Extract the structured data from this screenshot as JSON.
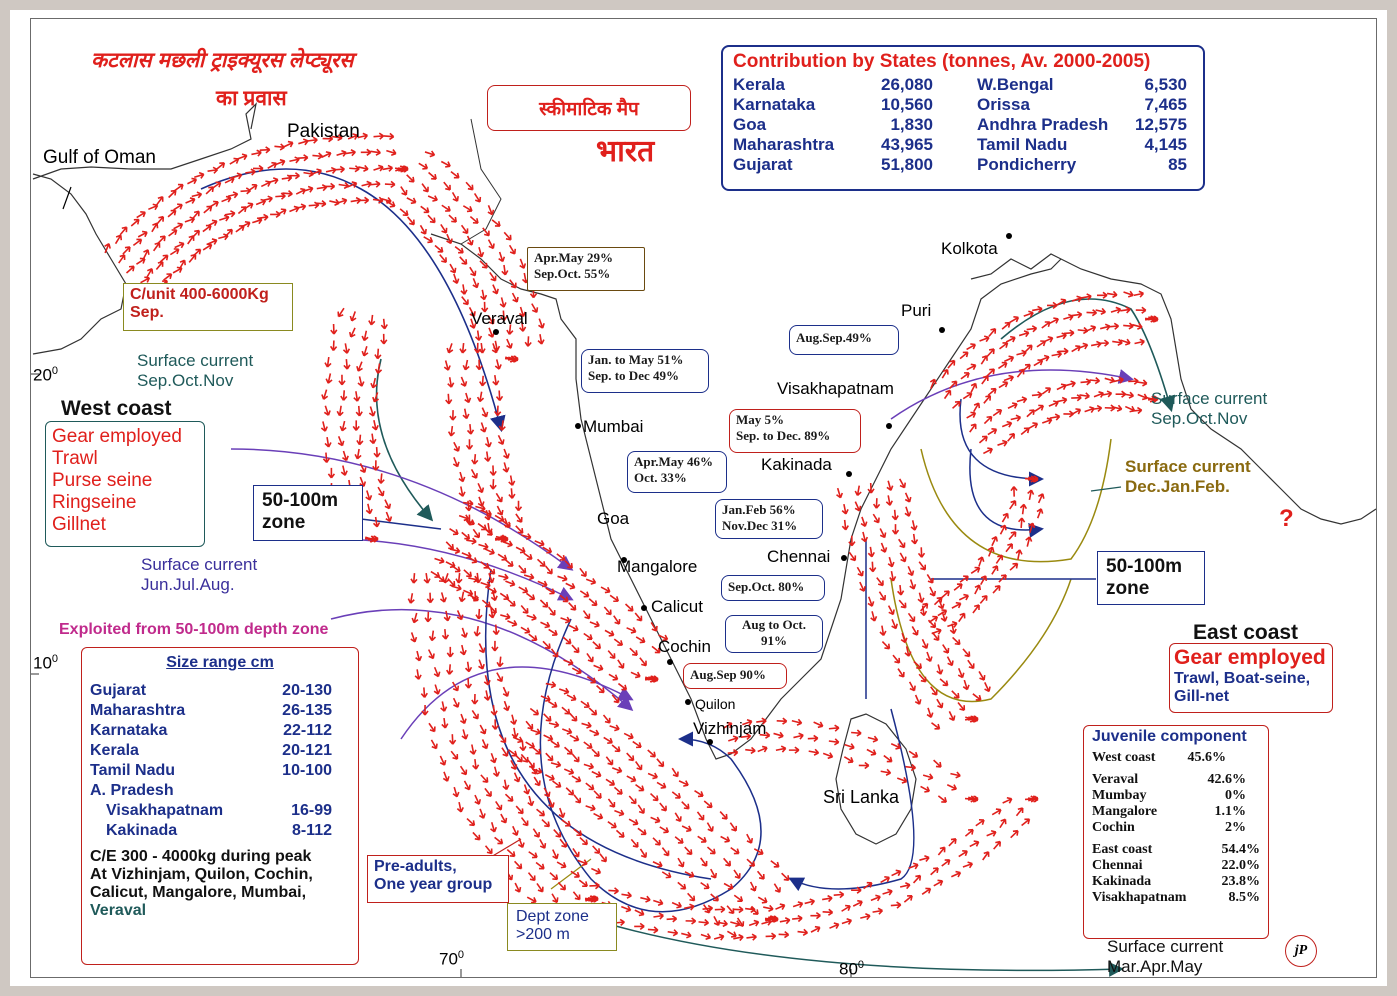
{
  "title_hi": {
    "line1": "कटलास मछली ट्राइक्यूरस लेप्ट्यूरस",
    "line2": "का प्रवास"
  },
  "schematic_label": "स्कीमाटिक मैप",
  "country_hi": "भारत",
  "places": {
    "gulf_of_oman": "Gulf of Oman",
    "pakistan": "Pakistan",
    "veraval": "Veraval",
    "mumbai": "Mumbai",
    "goa": "Goa",
    "mangalore": "Mangalore",
    "calicut": "Calicut",
    "cochin": "Cochin",
    "quilon": "Quilon",
    "vizhinjam": "Vizhinjam",
    "kolkota": "Kolkota",
    "puri": "Puri",
    "visakhapatnam": "Visakhapatnam",
    "kakinada": "Kakinada",
    "chennai": "Chennai",
    "sri_lanka": "Sri Lanka"
  },
  "lat_lon": {
    "lat20": "20",
    "lat10": "10",
    "lon70": "70",
    "lon80": "80",
    "sup": "0"
  },
  "contribution": {
    "title": "Contribution by States (tonnes, Av. 2000-2005)",
    "left": [
      {
        "state": "Kerala",
        "value": "26,080"
      },
      {
        "state": "Karnataka",
        "value": "10,560"
      },
      {
        "state": "Goa",
        "value": "1,830"
      },
      {
        "state": "Maharashtra",
        "value": "43,965"
      },
      {
        "state": "Gujarat",
        "value": "51,800"
      }
    ],
    "right": [
      {
        "state": "W.Bengal",
        "value": "6,530"
      },
      {
        "state": "Orissa",
        "value": "7,465"
      },
      {
        "state": "Andhra Pradesh",
        "value": "12,575"
      },
      {
        "state": "Tamil Nadu",
        "value": "4,145"
      },
      {
        "state": "Pondicherry",
        "value": "85"
      }
    ]
  },
  "cunit": {
    "line1": "C/unit 400-6000Kg",
    "line2": "Sep."
  },
  "callouts": {
    "c1": {
      "l1": "Apr.May  29%",
      "l2": "Sep.Oct. 55%"
    },
    "c2": {
      "l1": "Jan. to May 51%",
      "l2": "Sep. to Dec 49%"
    },
    "c3": {
      "l1": "Apr.May 46%",
      "l2": "Oct. 33%"
    },
    "c4": {
      "l1": "May 5%",
      "l2": "Sep. to Dec. 89%"
    },
    "c5": {
      "l1": "Aug.Sep.49%"
    },
    "c6": {
      "l1": "Jan.Feb 56%",
      "l2": "Nov.Dec 31%"
    },
    "c7": {
      "l1": "Sep.Oct. 80%"
    },
    "c8": {
      "l1": "Aug to Oct.",
      "l2": "91%"
    },
    "c9": {
      "l1": "Aug.Sep 90%"
    }
  },
  "currents": {
    "sep_oct_nov_w": {
      "l1": "Surface current",
      "l2": "Sep.Oct.Nov"
    },
    "jun_jul_aug": {
      "l1": "Surface current",
      "l2": "Jun.Jul.Aug."
    },
    "sep_oct_nov_e": {
      "l1": "Surface current",
      "l2": "Sep.Oct.Nov"
    },
    "dec_jan_feb": {
      "l1": "Surface current",
      "l2": "Dec.Jan.Feb."
    },
    "mar_apr_may": {
      "l1": "Surface current",
      "l2": "Mar.Apr.May"
    }
  },
  "west_coast": {
    "title": "West coast",
    "gear_title": "Gear employed",
    "gears": [
      "Trawl",
      "Purse seine",
      "Ringseine",
      "Gillnet"
    ]
  },
  "zone_label": {
    "l1": "50-100m",
    "l2": "zone"
  },
  "exploited": "Exploited from 50-100m depth zone",
  "size_range": {
    "title": "Size range cm",
    "rows": [
      {
        "name": "Gujarat",
        "range": "20-130"
      },
      {
        "name": "Maharashtra",
        "range": "26-135"
      },
      {
        "name": "Karnataka",
        "range": "22-112"
      },
      {
        "name": "Kerala",
        "range": "20-121"
      },
      {
        "name": "Tamil Nadu",
        "range": "10-100"
      },
      {
        "name": "A. Pradesh",
        "range": ""
      },
      {
        "name": "Visakhapatnam",
        "range": "16-99"
      },
      {
        "name": "Kakinada",
        "range": "8-112"
      }
    ],
    "note": [
      "C/E 300 - 4000kg during peak",
      "At Vizhinjam,  Quilon, Cochin,",
      "Calicut, Mangalore, Mumbai,",
      "Veraval"
    ]
  },
  "pre_adults": {
    "l1": "Pre-adults,",
    "l2": "One year group"
  },
  "dept_zone": {
    "l1": "Dept zone",
    "l2": ">200 m"
  },
  "east_coast": {
    "title": "East coast",
    "gear_title": "Gear employed",
    "gears": "Trawl, Boat-seine,",
    "gears2": "Gill-net"
  },
  "juvenile": {
    "title": "Juvenile component",
    "west": {
      "label": "West coast",
      "value": "45.6%"
    },
    "west_rows": [
      {
        "name": "Veraval",
        "value": "42.6%"
      },
      {
        "name": "Mumbay",
        "value": "0%"
      },
      {
        "name": "Mangalore",
        "value": "1.1%"
      },
      {
        "name": "Cochin",
        "value": "2%"
      }
    ],
    "east": {
      "label": "East coast",
      "value": "54.4%"
    },
    "east_rows": [
      {
        "name": "Chennai",
        "value": "22.0%"
      },
      {
        "name": "Kakinada",
        "value": "23.8%"
      },
      {
        "name": "Visakhapatnam",
        "value": "8.5%"
      }
    ]
  },
  "question_mark": "?",
  "signature": "jP",
  "colors": {
    "arrow": "#e0201c",
    "current_navy": "#1c2f8a",
    "current_teal": "#1f5a5a",
    "current_purple": "#6a3fb8",
    "current_olive": "#9a8a10"
  }
}
